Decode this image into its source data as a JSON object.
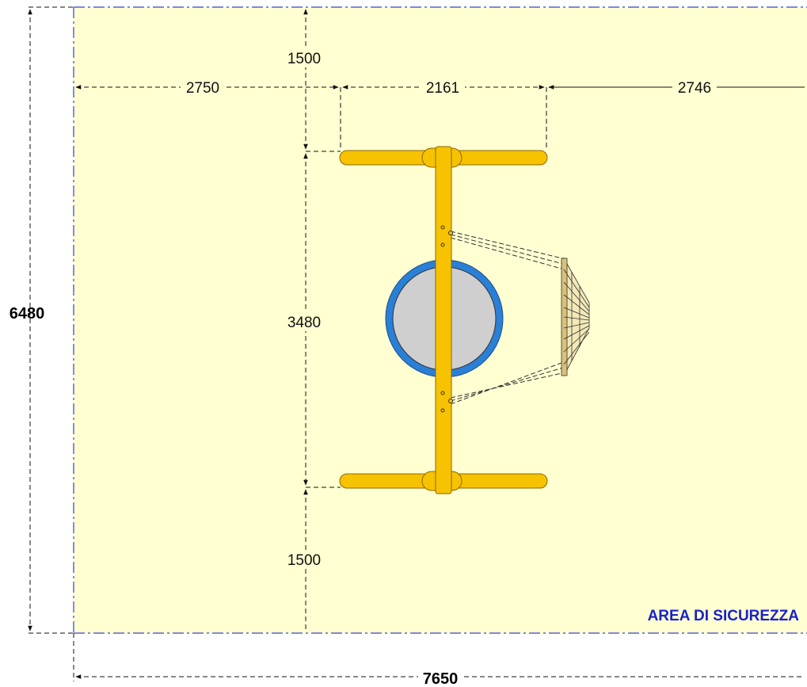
{
  "dimensions": {
    "top_clearance": "1500",
    "left_offset": "2750",
    "frame_width": "2161",
    "right_offset": "2746",
    "frame_length": "3480",
    "bottom_clearance": "1500",
    "total_depth": "6480",
    "total_width": "7650"
  },
  "labels": {
    "safety_area": "AREA DI SICUREZZA"
  },
  "colors": {
    "safety_area_fill": "#ffffd2",
    "safety_area_border": "#3344cc",
    "frame_yellow": "#f7c200",
    "frame_outline": "#8a6a00",
    "seat_ring": "#2a7fd6",
    "seat_fill": "#cfcfcf",
    "label_blue": "#1a22c8",
    "dimension_line": "#111111"
  }
}
